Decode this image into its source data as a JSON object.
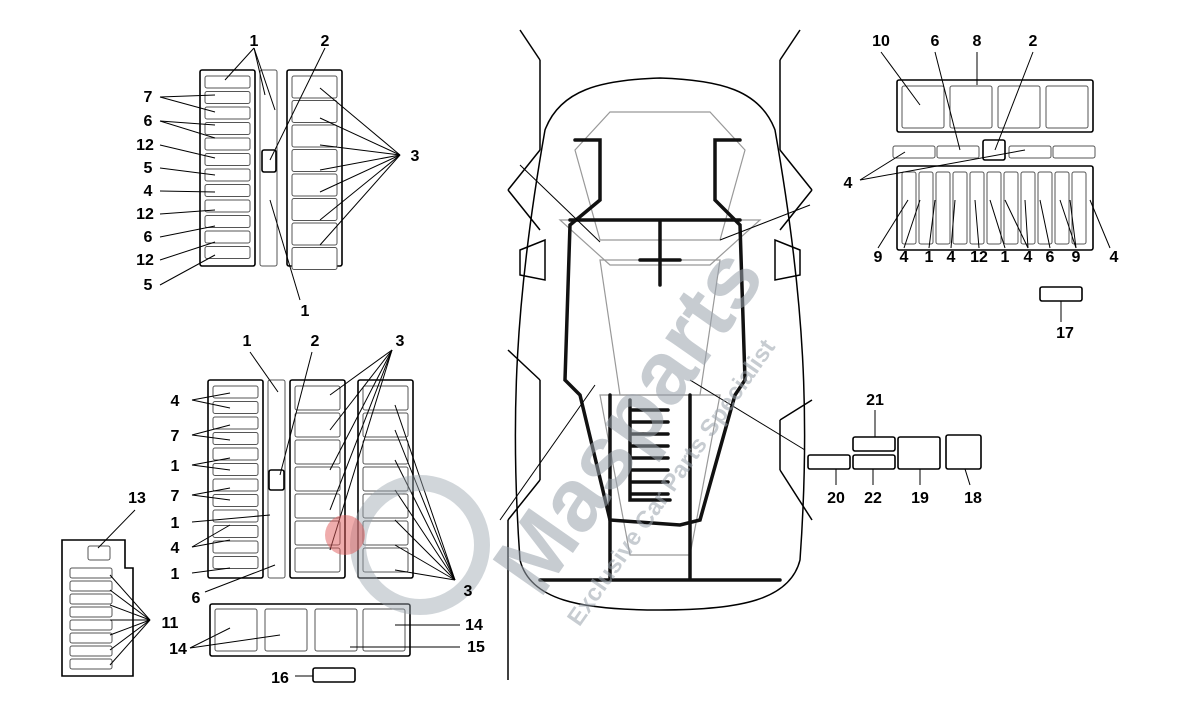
{
  "watermark": {
    "brand": "Masparts",
    "tagline": "Exclusive Car Parts Specialist"
  },
  "labels": {
    "top_left": [
      "1",
      "2",
      "7",
      "6",
      "12",
      "5",
      "4",
      "12",
      "6",
      "12",
      "5",
      "3",
      "1"
    ],
    "mid_left": [
      "1",
      "2",
      "3",
      "4",
      "7",
      "1",
      "7",
      "1",
      "4",
      "1",
      "6",
      "3",
      "13",
      "11",
      "14",
      "14",
      "15",
      "16"
    ],
    "right_top": [
      "10",
      "6",
      "8",
      "2",
      "4",
      "9",
      "4",
      "1",
      "4",
      "12",
      "1",
      "4",
      "6",
      "9",
      "4",
      "17"
    ],
    "right_bottom": [
      "21",
      "20",
      "22",
      "19",
      "18"
    ]
  },
  "colors": {
    "line": "#000000",
    "harness": "#111111",
    "watermark": "#9aa3ad",
    "watermark_accent": "#e05a5a"
  }
}
